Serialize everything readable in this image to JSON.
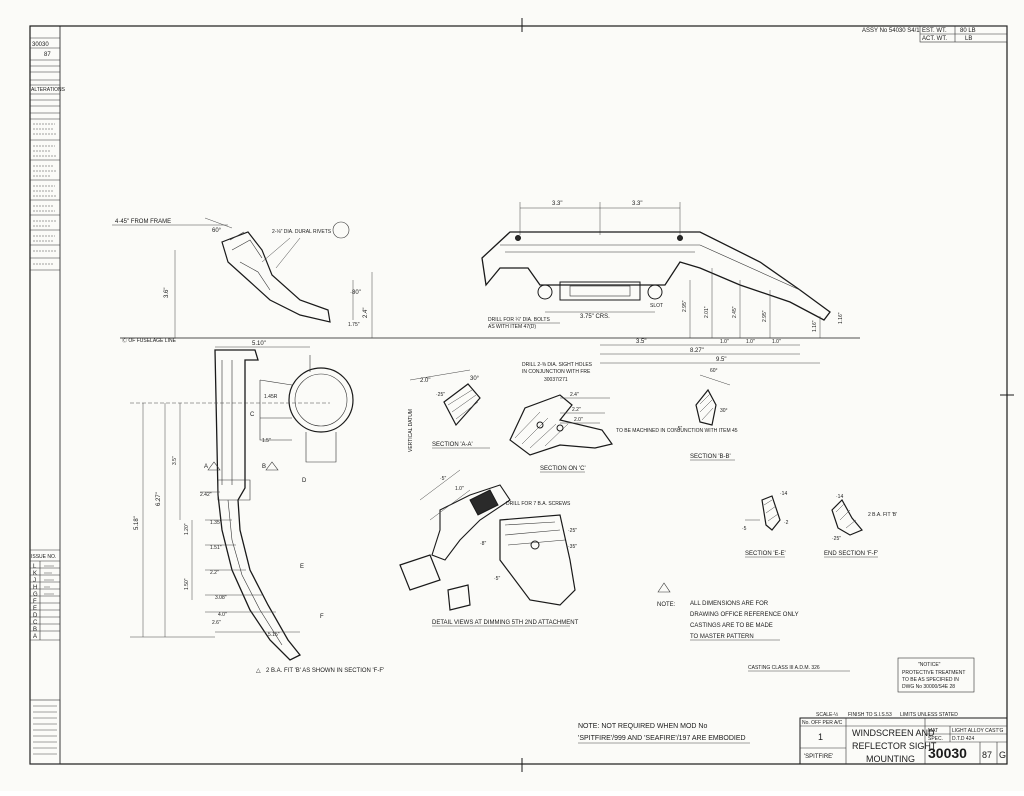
{
  "header": {
    "assy_label": "ASSY No 54030 S4/1",
    "est_wt_label": "EST. WT.",
    "est_wt_value": "80 LB",
    "act_wt_label": "ACT. WT.",
    "act_wt_value": "LB"
  },
  "left_strip": {
    "drawing_no": "30030",
    "sheet": "87",
    "alterations_label": "ALTERATIONS",
    "issue_label": "ISSUE NO.",
    "issue_rows": [
      "L",
      "K",
      "J",
      "H",
      "G",
      "F",
      "E",
      "D",
      "C",
      "B",
      "A"
    ]
  },
  "views": {
    "side_dims": {
      "d1": "3.3\"",
      "d2": "3.3\"",
      "d3": "3.5\"",
      "d4": "1.0\"",
      "d5": "1.0\"",
      "d6": "1.0\"",
      "d7": "8.27\"",
      "d8": "9.5\"",
      "d9": "2.95\"",
      "d10": "2.01\"",
      "d11": "2.45\"",
      "d12": "2.95\"",
      "d13": "1.16\"",
      "d14": "3.75\" CRS.",
      "d15": "1.16\""
    },
    "side_notes": {
      "drill_bolts": "DRILL FOR ¼\" DIA. BOLTS",
      "with_item": "AS WITH ITEM 47(D)",
      "slot": "SLOT"
    },
    "end_view": {
      "note_from_frame": "4·45\" FROM FRAME",
      "dural_rivets": "2-⅛\" DIA. DURAL RIVETS",
      "dim_3_6": "3.6\"",
      "dim_80": "·80\"",
      "dim_1_75": "1.75\"",
      "dim_2_4": "2.4\"",
      "dim_ang": "60°",
      "fuselage": "Ⓒ OF FUSELAGE LINE"
    },
    "front_view": {
      "top_dim": "5.10\"",
      "height_main": "5.18\"",
      "height_2": "6.27\"",
      "d_35": "3.5\"",
      "d_150": "1.50\"",
      "d_120": "1.20\"",
      "d_1_35": "1.35\"",
      "d_1_51": "1.51\"",
      "d_2_2": "2.2\"",
      "d_3_08": "3.08\"",
      "d_4_0": "4.0\"",
      "d_2_6": "2.6\"",
      "d_5_15": "5.15\"",
      "d_1_45": "1.45R",
      "d_1_5": "1.5\"",
      "d_2_42": "2.42\"",
      "label_a": "A",
      "label_b": "B",
      "label_e": "E",
      "label_f": "F",
      "label_c": "C",
      "label_d": "D"
    },
    "section_aa": {
      "title": "SECTION 'A-A'",
      "dims": {
        "a": "2.0\"",
        "b": "30°",
        "c": "·25\""
      },
      "vert_note": "VERTICAL DATUM"
    },
    "section_cc": {
      "title": "SECTION ON 'C'",
      "note_drill": "DRILL 2-⅜ DIA. SIGHT HOLES",
      "note_conj": "IN CONJUNCTION WITH FRE",
      "note_ref": "30037/271",
      "d_2_4": "2.4\"",
      "d_2_2": "2.2\"",
      "d_2_0": "2.0\"",
      "note_mach": "TO BE MACHINED IN CONJUNCTION WITH ITEM 45"
    },
    "section_bb": {
      "title": "SECTION 'B-B'",
      "d1": "60°",
      "d2": "·5\"",
      "d3": "30°"
    },
    "section_ee": {
      "title": "SECTION 'E-E'",
      "d1": "·5",
      "d2": "·2",
      "d3": "·14"
    },
    "section_ff": {
      "title": "END SECTION 'F-F'",
      "d1": "·14",
      "d2": "·25\"",
      "note": "2 B.A. FIT 'B'"
    },
    "detail": {
      "title": "DETAIL VIEWS AT DIMMING 5TH 2ND ATTACHMENT",
      "note_drill": "DRILL FOR 7 B.A. SCREWS",
      "d1": "·5\"",
      "d2": "1.0\"",
      "d3": "·8\"",
      "d4": "·25\"",
      "d5": "·35\"",
      "d6": "·5\""
    },
    "fit_note": "2 B.A. FIT 'B' AS SHOWN IN SECTION 'F-F'"
  },
  "notes": {
    "marker": "NOTE:",
    "line1": "ALL DIMENSIONS ARE FOR",
    "line2": "DRAWING OFFICE REFERENCE ONLY",
    "line3": "CASTINGS ARE TO BE MADE",
    "line4": "TO MASTER PATTERN",
    "casting_class": "CASTING CLASS III A.D.M. 326",
    "protective_title": "\"NOTICE\"",
    "protective_1": "PROTECTIVE TREATMENT",
    "protective_2": "TO BE AS SPECIFIED IN",
    "protective_3": "DWG No 30000/S4E 28",
    "bottom_note_1": "NOTE: NOT REQUIRED WHEN MOD No",
    "bottom_note_2": "'SPITFIRE'/999 AND 'SEAFIRE'/197 ARE EMBODIED"
  },
  "title_block": {
    "scale": "SCALE-½",
    "finish": "FINISH TO S.I.S.53",
    "limits": "LIMITS UNLESS STATED",
    "drawn": "No. OFF PER A/C",
    "qty": "1",
    "title_1": "WINDSCREEN AND",
    "title_2": "REFLECTOR SIGHT",
    "title_3": "MOUNTING",
    "aircraft": "'SPITFIRE'",
    "mat_label": "MAT",
    "mat_value": "LIGHT ALLOY CAST'G",
    "spec_label": "SPEC.",
    "spec_value": "D.T.D 424",
    "drawing_no": "30030",
    "sheet_no": "87",
    "issue": "G"
  }
}
